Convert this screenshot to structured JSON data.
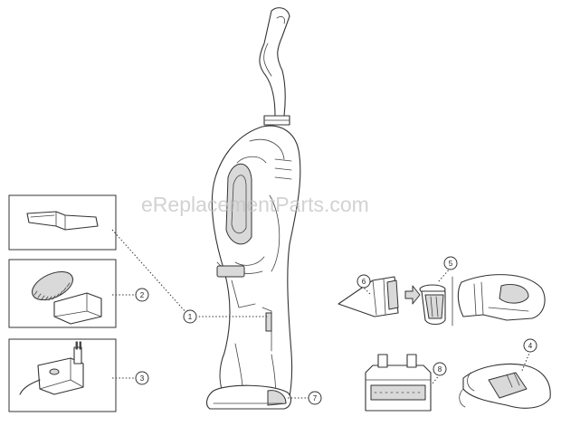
{
  "watermark": "eReplacementParts.com",
  "callouts": [
    "1",
    "2",
    "3",
    "4",
    "5",
    "6",
    "7",
    "8"
  ],
  "icons": [
    "crevice-tool-icon",
    "brush-tool-icon",
    "charger-adapter-icon",
    "stick-vacuum-icon",
    "handheld-vacuum-icon",
    "filter-icon",
    "base-station-icon",
    "hand-release-icon"
  ]
}
